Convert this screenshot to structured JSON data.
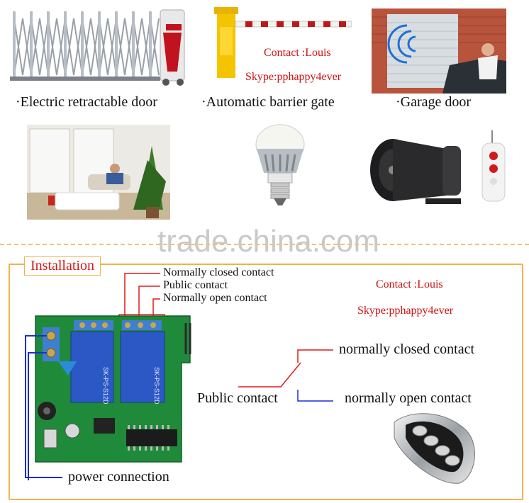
{
  "top": {
    "captions": {
      "retractable": "·Electric retractable door",
      "barrier": "·Automatic barrier gate",
      "garage": "·Garage door"
    },
    "contact_name": "Contact :Louis",
    "contact_skype": "Skype:pphappy4ever"
  },
  "watermark": "trade.china.com",
  "installation": {
    "tab_label": "Installation",
    "top_labels": {
      "nc": "Normally closed contact",
      "public": "Public contact",
      "no": "Normally open contact"
    },
    "contact_name": "Contact :Louis",
    "contact_skype": "Skype:pphappy4ever",
    "diagram_labels": {
      "nc": "normally closed contact",
      "public": "Public contact",
      "no": "normally open contact"
    },
    "power": "power connection"
  },
  "colors": {
    "contact_red": "#d01010",
    "frame_orange": "#f0b44a",
    "wire_blue": "#1f2bd6",
    "wire_red": "#e01b1b"
  }
}
